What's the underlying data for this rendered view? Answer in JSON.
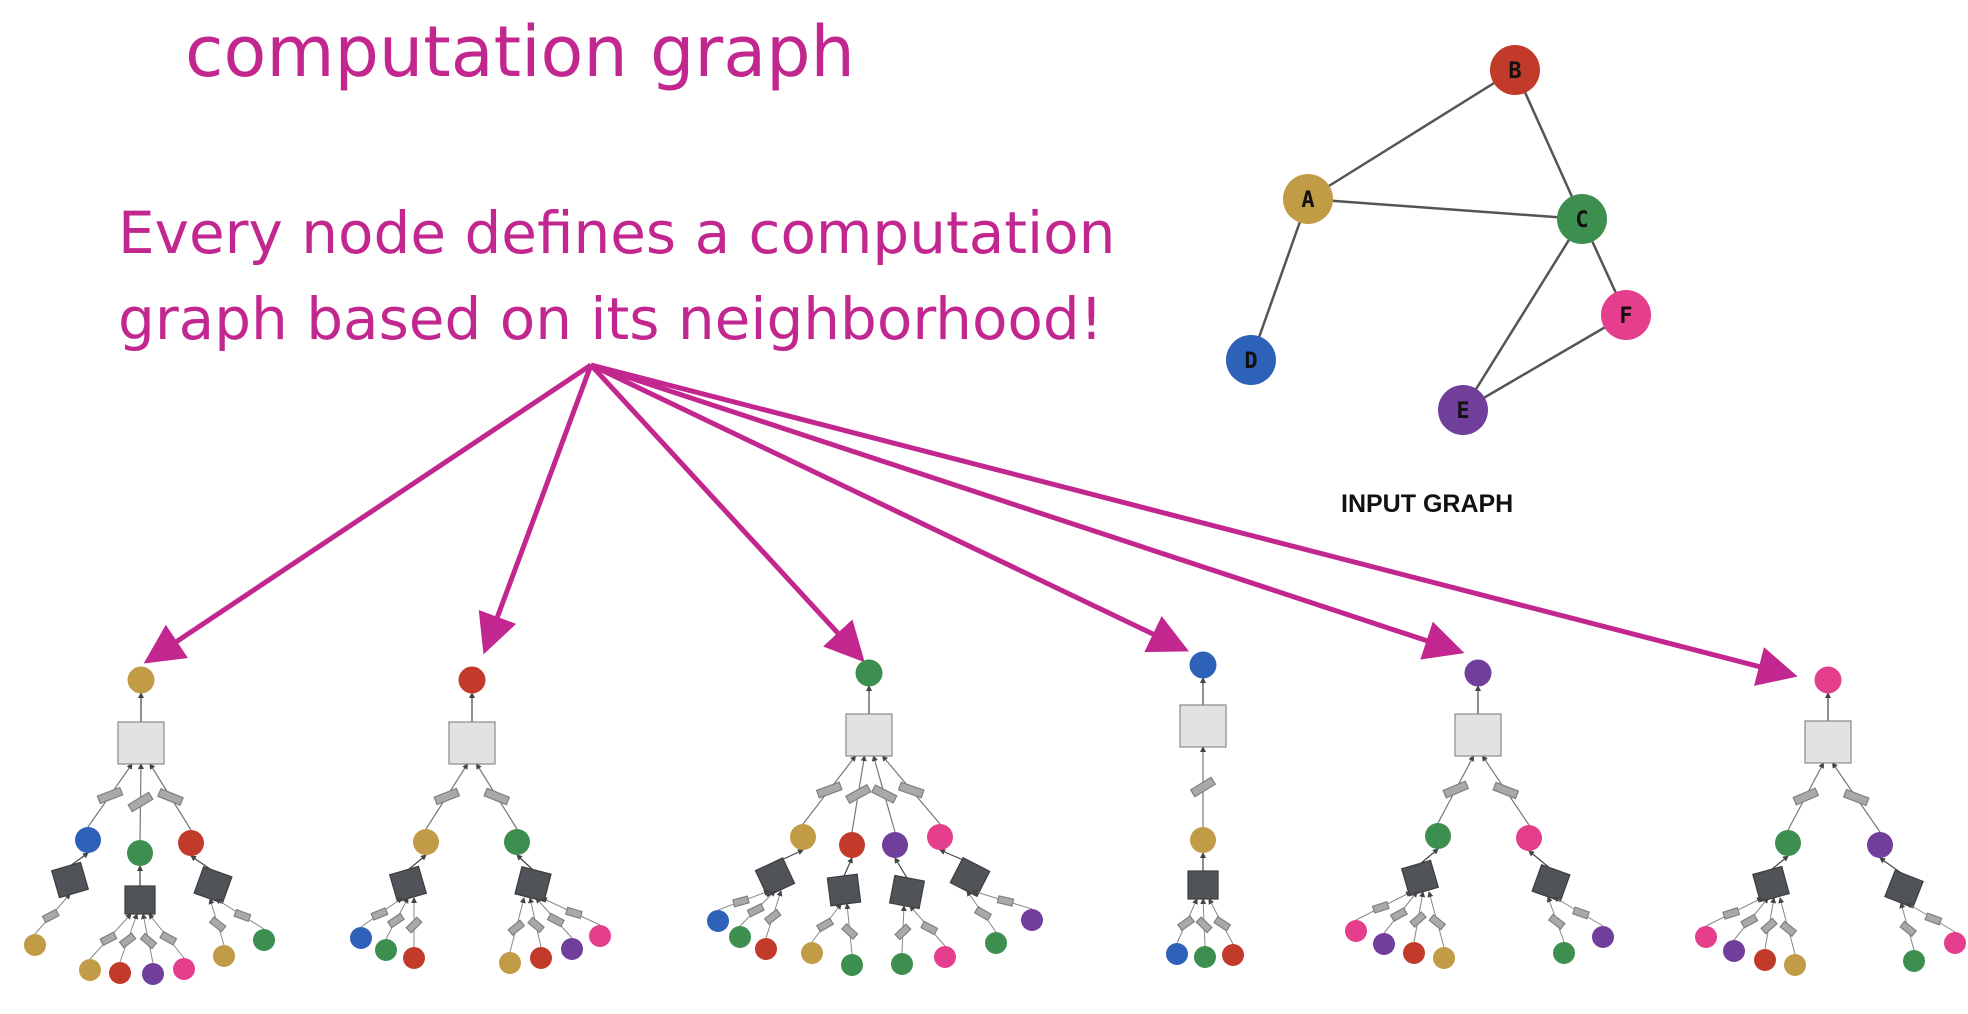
{
  "title": "computation graph",
  "subtitle_lines": [
    "Every node defines a computation",
    "graph based on its neighborhood!"
  ],
  "input_graph": {
    "label": "INPUT GRAPH",
    "nodes": [
      {
        "id": "A",
        "color": "#c19b45"
      },
      {
        "id": "B",
        "color": "#c23a2a"
      },
      {
        "id": "C",
        "color": "#3d8f4f"
      },
      {
        "id": "D",
        "color": "#2e62b8"
      },
      {
        "id": "E",
        "color": "#6f3f9b"
      },
      {
        "id": "F",
        "color": "#e43e8c"
      }
    ],
    "edges": [
      [
        "A",
        "B"
      ],
      [
        "A",
        "C"
      ],
      [
        "A",
        "D"
      ],
      [
        "B",
        "C"
      ],
      [
        "C",
        "E"
      ],
      [
        "C",
        "F"
      ],
      [
        "E",
        "F"
      ]
    ]
  },
  "computation_graphs": [
    {
      "target": "A",
      "children": [
        {
          "node": "D",
          "leaves": [
            "A"
          ]
        },
        {
          "node": "C",
          "leaves": [
            "A",
            "B",
            "E",
            "F"
          ]
        },
        {
          "node": "B",
          "leaves": [
            "A",
            "C"
          ]
        }
      ]
    },
    {
      "target": "B",
      "children": [
        {
          "node": "A",
          "leaves": [
            "D",
            "C",
            "B"
          ]
        },
        {
          "node": "C",
          "leaves": [
            "A",
            "B",
            "E",
            "F"
          ]
        }
      ]
    },
    {
      "target": "C",
      "children": [
        {
          "node": "A",
          "leaves": [
            "D",
            "C",
            "B"
          ]
        },
        {
          "node": "B",
          "leaves": [
            "A",
            "C"
          ]
        },
        {
          "node": "E",
          "leaves": [
            "C",
            "F"
          ]
        },
        {
          "node": "F",
          "leaves": [
            "C",
            "E"
          ]
        }
      ]
    },
    {
      "target": "D",
      "children": [
        {
          "node": "A",
          "leaves": [
            "D",
            "C",
            "B"
          ]
        }
      ]
    },
    {
      "target": "E",
      "children": [
        {
          "node": "C",
          "leaves": [
            "F",
            "E",
            "B",
            "A"
          ]
        },
        {
          "node": "F",
          "leaves": [
            "C",
            "E"
          ]
        }
      ]
    },
    {
      "target": "F",
      "children": [
        {
          "node": "C",
          "leaves": [
            "F",
            "E",
            "B",
            "A"
          ]
        },
        {
          "node": "E",
          "leaves": [
            "C",
            "F"
          ]
        }
      ]
    }
  ],
  "colors": {
    "accent": "#c2278f",
    "aggregator_box": "#e2e2e4",
    "neural_box": "#505358",
    "edge": "#555555"
  }
}
